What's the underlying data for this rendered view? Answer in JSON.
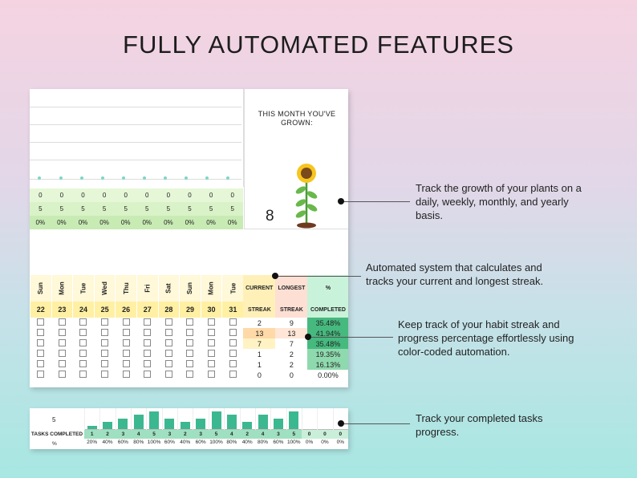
{
  "title": "FULLY AUTOMATED FEATURES",
  "growth": {
    "heading": "THIS MONTH YOU'VE GROWN:",
    "value": "8"
  },
  "mini_rows": [
    [
      "0",
      "0",
      "0",
      "0",
      "0",
      "0",
      "0",
      "0",
      "0",
      "0"
    ],
    [
      "5",
      "5",
      "5",
      "5",
      "5",
      "5",
      "5",
      "5",
      "5",
      "5"
    ],
    [
      "0%",
      "0%",
      "0%",
      "0%",
      "0%",
      "0%",
      "0%",
      "0%",
      "0%",
      "0%"
    ]
  ],
  "days": [
    "Sun",
    "Mon",
    "Tue",
    "Wed",
    "Thu",
    "Fri",
    "Sat",
    "Sun",
    "Mon",
    "Tue"
  ],
  "dates": [
    "22",
    "23",
    "24",
    "25",
    "26",
    "27",
    "28",
    "29",
    "30",
    "31"
  ],
  "streak_headers": {
    "current": "CURRENT",
    "longest": "LONGEST",
    "pct": "%",
    "streak1": "STREAK",
    "streak2": "STREAK",
    "completed": "COMPLETED"
  },
  "streak_rows": [
    {
      "current": "2",
      "longest": "9",
      "pct": "35.48%"
    },
    {
      "current": "13",
      "longest": "13",
      "pct": "41.94%"
    },
    {
      "current": "7",
      "longest": "7",
      "pct": "35.48%"
    },
    {
      "current": "1",
      "longest": "2",
      "pct": "19.35%"
    },
    {
      "current": "1",
      "longest": "2",
      "pct": "16.13%"
    },
    {
      "current": "0",
      "longest": "0",
      "pct": "0.00%"
    }
  ],
  "summary": {
    "top_value": "5",
    "label": "TASKS COMPLETED",
    "pct_label": "%",
    "counts": [
      "1",
      "2",
      "3",
      "4",
      "5",
      "3",
      "2",
      "3",
      "5",
      "4",
      "2",
      "4",
      "3",
      "5",
      "0",
      "0",
      "0"
    ],
    "percents": [
      "20%",
      "40%",
      "60%",
      "80%",
      "100%",
      "60%",
      "40%",
      "60%",
      "100%",
      "80%",
      "40%",
      "80%",
      "60%",
      "100%",
      "0%",
      "0%",
      "0%"
    ],
    "fills": [
      0.2,
      0.4,
      0.6,
      0.8,
      1.0,
      0.6,
      0.4,
      0.6,
      1.0,
      0.8,
      0.4,
      0.8,
      0.6,
      1.0,
      0,
      0,
      0
    ]
  },
  "callouts": {
    "c1": "Track the growth of your plants on a daily, weekly, monthly, and yearly basis.",
    "c2": "Automated system that calculates and tracks your current and longest streak.",
    "c3": "Keep track of your habit streak and progress percentage effortlessly using color-coded automation.",
    "c4": "Track your completed tasks progress."
  },
  "colors": {
    "bar": "#3cb891",
    "streak_high": "#46b97f",
    "streak_mid": "#8fd9ae",
    "streak_low": "#d8f3e1"
  }
}
